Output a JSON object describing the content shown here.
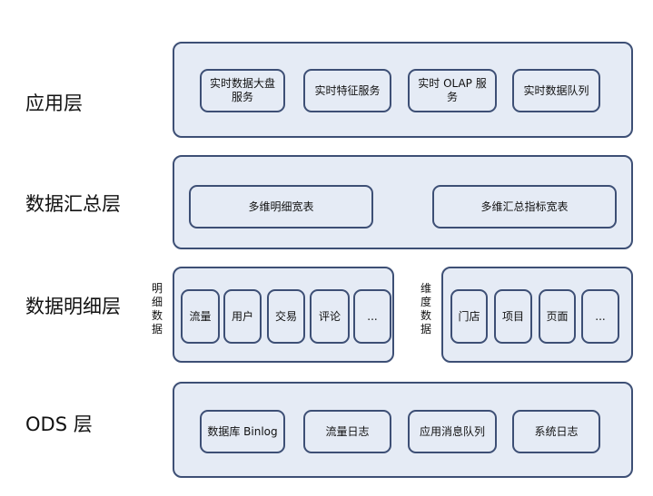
{
  "layers": {
    "app": {
      "label": "应用层",
      "items": [
        "实时数据大盘服务",
        "实时特征服务",
        "实时 OLAP 服务",
        "实时数据队列"
      ]
    },
    "summary": {
      "label": "数据汇总层",
      "items": [
        "多维明细宽表",
        "多维汇总指标宽表"
      ]
    },
    "detail": {
      "label": "数据明细层",
      "detail_group": {
        "label": "明细数据",
        "items": [
          "流量",
          "用户",
          "交易",
          "评论",
          "..."
        ]
      },
      "dimension_group": {
        "label": "维度数据",
        "items": [
          "门店",
          "项目",
          "页面",
          "..."
        ]
      }
    },
    "ods": {
      "label": "ODS 层",
      "items": [
        "数据库 Binlog",
        "流量日志",
        "应用消息队列",
        "系统日志"
      ]
    }
  },
  "colors": {
    "fill": "#e5ebf5",
    "border": "#3d4f75"
  }
}
